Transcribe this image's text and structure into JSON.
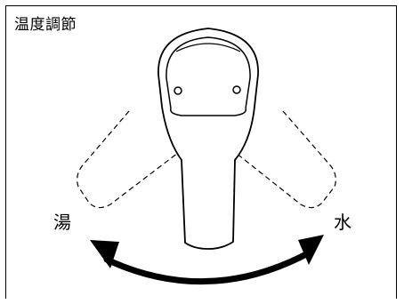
{
  "diagram": {
    "title": "温度調節",
    "labels": {
      "hot": "湯",
      "cold": "水"
    },
    "colors": {
      "line": "#000000",
      "background": "#ffffff"
    }
  }
}
